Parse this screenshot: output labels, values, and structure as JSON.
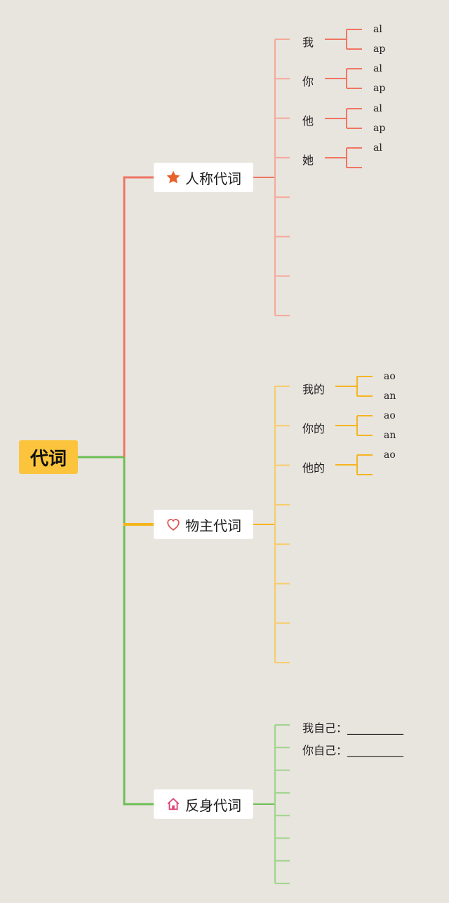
{
  "root": {
    "label": "代词"
  },
  "branches": [
    {
      "label": "人称代词",
      "icon": "star-icon",
      "color": "#f07563",
      "light_color": "#f5a99a",
      "items": [
        {
          "label": "我",
          "subs": [
            "al",
            "ap"
          ]
        },
        {
          "label": "你",
          "subs": [
            "al",
            "ap"
          ]
        },
        {
          "label": "他",
          "subs": [
            "al",
            "ap"
          ]
        },
        {
          "label": "她",
          "subs": [
            "al",
            ""
          ]
        }
      ],
      "empty_slots": 4
    },
    {
      "label": "物主代词",
      "icon": "heart-icon",
      "color": "#f5b520",
      "light_color": "#f7cc6a",
      "items": [
        {
          "label": "我的",
          "subs": [
            "ao",
            "an"
          ]
        },
        {
          "label": "你的",
          "subs": [
            "ao",
            "an"
          ]
        },
        {
          "label": "他的",
          "subs": [
            "ao",
            ""
          ]
        }
      ],
      "empty_slots": 5
    },
    {
      "label": "反身代词",
      "icon": "home-icon",
      "color": "#6dbf55",
      "light_color": "#9fd58b",
      "items": [
        {
          "label": "我自己：__________"
        },
        {
          "label": "你自己：__________"
        }
      ],
      "empty_slots": 6
    }
  ]
}
